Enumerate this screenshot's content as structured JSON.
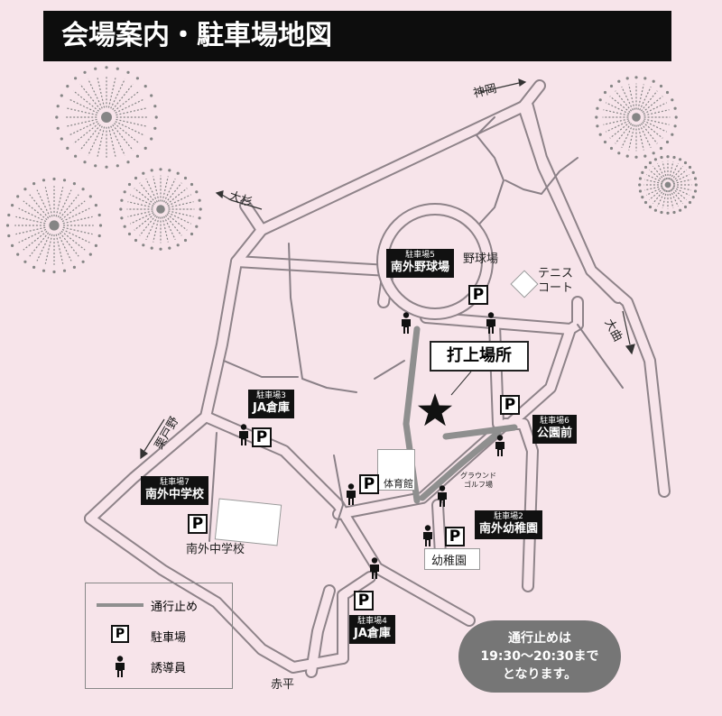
{
  "title": "会場案内・駐車場地図",
  "colors": {
    "background": "#f7e4ea",
    "road": "#9b8f95",
    "closure": "#8f8f8f",
    "label_bg": "#111111"
  },
  "directions": {
    "kamioka": "神岡",
    "osugi": "大杉",
    "omagari": "大曲",
    "kurikko": "栗戸野",
    "akahira": "赤平"
  },
  "places": {
    "baseball": "野球場",
    "tennis_line1": "テニス",
    "tennis_line2": "コート",
    "gym": "体育館",
    "ground_golf_line1": "グラウンド",
    "ground_golf_line2": "ゴルフ場",
    "kindergarten": "幼稚園",
    "junior_high": "南外中学校"
  },
  "launch_site": "打上場所",
  "parking_symbol": "P",
  "parking": [
    {
      "num": "駐車場5",
      "name": "南外野球場"
    },
    {
      "num": "駐車場3",
      "name": "JA倉庫"
    },
    {
      "num": "駐車場6",
      "name": "公園前"
    },
    {
      "num": "駐車場7",
      "name": "南外中学校"
    },
    {
      "num": "駐車場2",
      "name": "南外幼稚園"
    },
    {
      "num": "駐車場4",
      "name": "JA倉庫"
    }
  ],
  "legend": {
    "closure": "通行止め",
    "parking": "駐車場",
    "guide": "誘導員"
  },
  "notice": {
    "line1": "通行止めは",
    "line2": "19:30〜20:30まで",
    "line3": "となります。"
  }
}
